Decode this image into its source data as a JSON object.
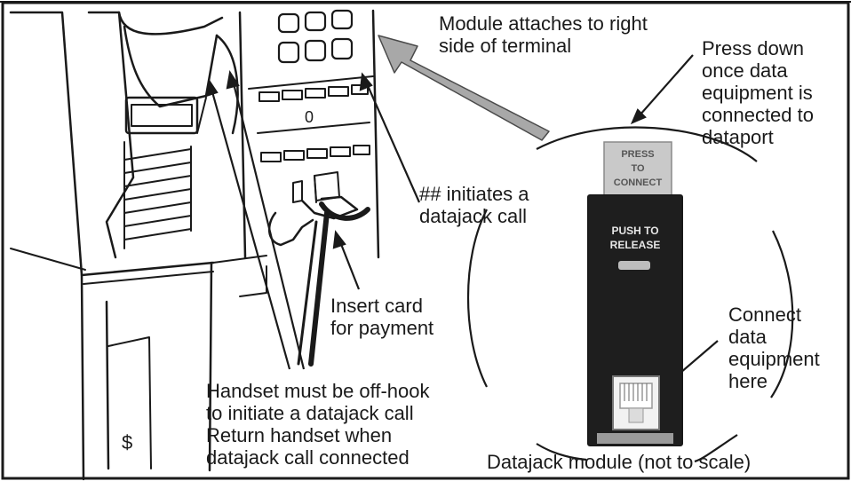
{
  "colors": {
    "line": "#1a1a1a",
    "module_body": "#1e1e1e",
    "press_button": "#c9c9c9",
    "arrow_fill": "#a8a8a8",
    "background": "#ffffff"
  },
  "labels": {
    "module_attaches": [
      "Module attaches to right",
      "side of terminal"
    ],
    "press_down": [
      "Press down",
      "once data",
      "equipment is",
      "connected to",
      "dataport"
    ],
    "initiates": [
      "## initiates a",
      "datajack call"
    ],
    "insert_card": [
      "Insert card",
      "for payment"
    ],
    "connect_data": [
      "Connect",
      "data",
      "equipment",
      "here"
    ],
    "handset": [
      "Handset must be off-hook",
      "to initiate a datajack call",
      "Return handset when",
      "datajack call connected"
    ],
    "caption": "Datajack module (not to scale)"
  },
  "module": {
    "press_button": [
      "PRESS",
      "TO",
      "CONNECT"
    ],
    "release": [
      "PUSH TO",
      "RELEASE"
    ]
  },
  "terminal": {
    "coin_symbol": "$",
    "dial_symbol": "0"
  }
}
